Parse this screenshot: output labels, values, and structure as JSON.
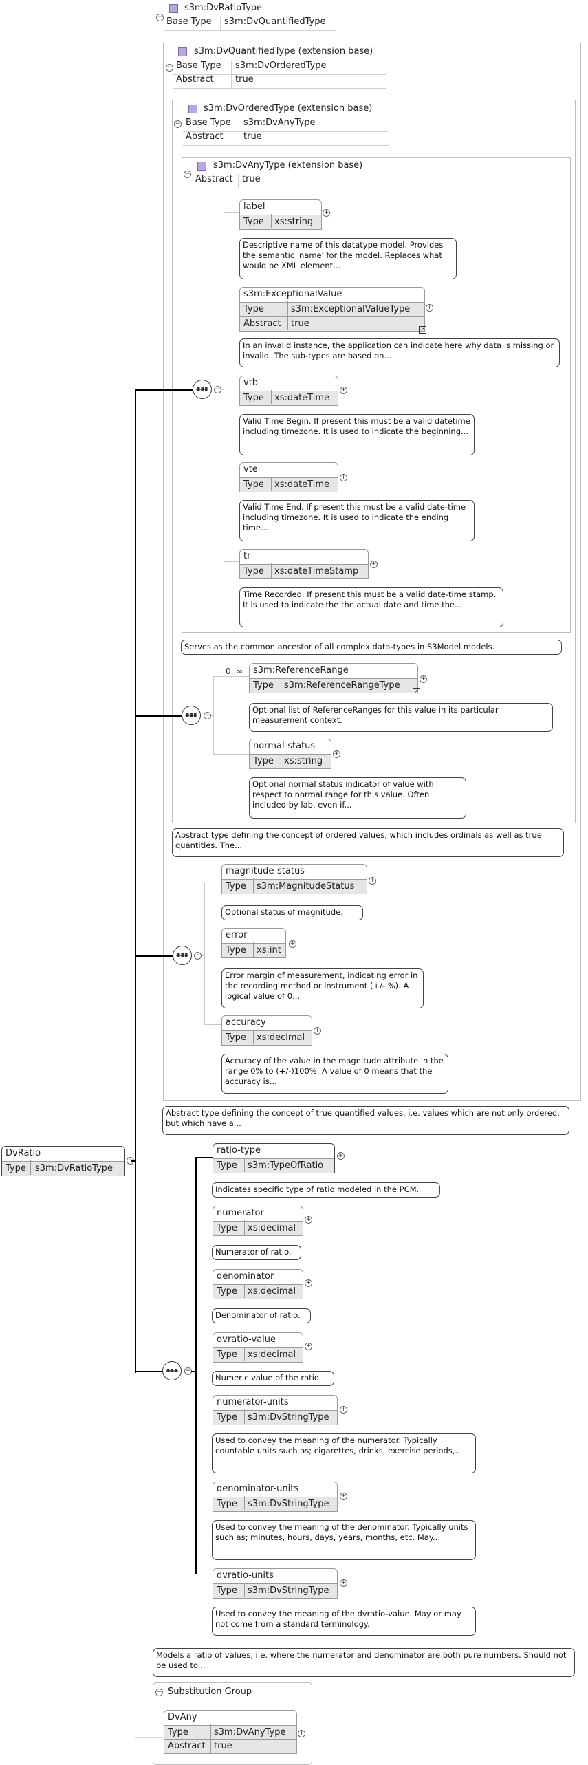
{
  "root": {
    "name": "DvRatio",
    "type_key": "Type",
    "type_val": "s3m:DvRatioType"
  },
  "ratio_type": {
    "title": "s3m:DvRatioType",
    "base_key": "Base Type",
    "base_val": "s3m:DvQuantifiedType"
  },
  "quantified": {
    "title": "s3m:DvQuantifiedType (extension base)",
    "base_key": "Base Type",
    "base_val": "s3m:DvOrderedType",
    "abstract_key": "Abstract",
    "abstract_val": "true"
  },
  "ordered": {
    "title": "s3m:DvOrderedType (extension base)",
    "base_key": "Base Type",
    "base_val": "s3m:DvAnyType",
    "abstract_key": "Abstract",
    "abstract_val": "true"
  },
  "anytype": {
    "title": "s3m:DvAnyType (extension base)",
    "abstract_key": "Abstract",
    "abstract_val": "true"
  },
  "any_elements": [
    {
      "name": "label",
      "type_key": "Type",
      "type_val": "xs:string",
      "doc": "Descriptive name of this datatype model. Provides the semantic 'name' for the model. Replaces what would be XML element..."
    },
    {
      "name": "s3m:ExceptionalValue",
      "type_key": "Type",
      "type_val": "s3m:ExceptionalValueType",
      "abstract_key": "Abstract",
      "abstract_val": "true",
      "doc": "In an invalid instance, the application can indicate here why data is missing or invalid. The sub-types are based on..."
    },
    {
      "name": "vtb",
      "type_key": "Type",
      "type_val": "xs:dateTime",
      "doc": "Valid Time Begin. If present this must be a valid datetime including timezone. It is used to indicate the beginning..."
    },
    {
      "name": "vte",
      "type_key": "Type",
      "type_val": "xs:dateTime",
      "doc": "Valid Time End. If present this must be a valid date-time including timezone. It is used to indicate the ending time..."
    },
    {
      "name": "tr",
      "type_key": "Type",
      "type_val": "xs:dateTimeStamp",
      "doc": "Time Recorded. If present this must be a valid date-time stamp. It is used to indicate the the actual date and time the..."
    }
  ],
  "anytype_doc": "Serves as the common ancestor of all complex data-types in S3Model models.",
  "ordered_multiplicity": "0..∞",
  "ordered_elements": [
    {
      "name": "s3m:ReferenceRange",
      "type_key": "Type",
      "type_val": "s3m:ReferenceRangeType",
      "doc": "Optional list of ReferenceRanges for this value in its particular measurement context."
    },
    {
      "name": "normal-status",
      "type_key": "Type",
      "type_val": "xs:string",
      "doc": "Optional normal status indicator of value with respect to normal range for this value. Often included by lab, even if..."
    }
  ],
  "ordered_doc": "Abstract type defining the concept of ordered values, which includes ordinals as well as true quantities. The...",
  "quantified_elements": [
    {
      "name": "magnitude-status",
      "type_key": "Type",
      "type_val": "s3m:MagnitudeStatus",
      "doc": "Optional status of magnitude."
    },
    {
      "name": "error",
      "type_key": "Type",
      "type_val": "xs:int",
      "doc": "Error margin of measurement, indicating error in the recording method or instrument (+/- %). A logical value of 0..."
    },
    {
      "name": "accuracy",
      "type_key": "Type",
      "type_val": "xs:decimal",
      "doc": "Accuracy of the value in the magnitude attribute in the range 0% to (+/-)100%. A value of 0 means that the accuracy is..."
    }
  ],
  "quantified_doc": "Abstract type defining the concept of true quantified values, i.e. values which are not only ordered, but which have a...",
  "ratio_elements": [
    {
      "name": "ratio-type",
      "type_key": "Type",
      "type_val": "s3m:TypeOfRatio",
      "doc": "Indicates specific type of ratio modeled in the PCM."
    },
    {
      "name": "numerator",
      "type_key": "Type",
      "type_val": "xs:decimal",
      "doc": "Numerator of ratio."
    },
    {
      "name": "denominator",
      "type_key": "Type",
      "type_val": "xs:decimal",
      "doc": "Denominator of ratio."
    },
    {
      "name": "dvratio-value",
      "type_key": "Type",
      "type_val": "xs:decimal",
      "doc": "Numeric value of the ratio."
    },
    {
      "name": "numerator-units",
      "type_key": "Type",
      "type_val": "s3m:DvStringType",
      "doc": "Used to convey the meaning of the numerator. Typically countable units such as; cigarettes, drinks, exercise periods,..."
    },
    {
      "name": "denominator-units",
      "type_key": "Type",
      "type_val": "s3m:DvStringType",
      "doc": "Used to convey the meaning of the denominator. Typically units such as; minutes, hours, days, years, months, etc. May..."
    },
    {
      "name": "dvratio-units",
      "type_key": "Type",
      "type_val": "s3m:DvStringType",
      "doc": "Used to convey the meaning of the dvratio-value. May or may not come from a standard terminology."
    }
  ],
  "ratio_doc": "Models a ratio of values, i.e. where the numerator and denominator are both pure numbers. Should not be used to...",
  "substitution": {
    "title": "Substitution Group",
    "name": "DvAny",
    "type_key": "Type",
    "type_val": "s3m:DvAnyType",
    "abstract_key": "Abstract",
    "abstract_val": "true"
  }
}
